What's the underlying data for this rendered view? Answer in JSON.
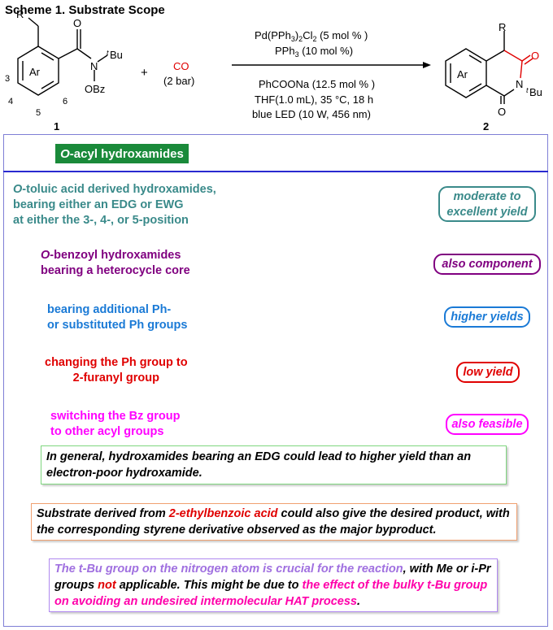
{
  "title": "Scheme 1. Substrate Scope",
  "scheme": {
    "substrate_labels": {
      "r": "R",
      "ar": "Ar",
      "o": "O",
      "n": "N",
      "tbu": "Bu",
      "t": "t",
      "obz": "OBz",
      "pos3": "3",
      "pos4": "4",
      "pos5": "5",
      "pos6": "6",
      "compound": "1"
    },
    "plus": "+",
    "co": "CO",
    "pressure": "(2 bar)",
    "cond_above_1": "Pd(PPh",
    "cond_above_1b": "3",
    "cond_above_1c": ")",
    "cond_above_1d": "2",
    "cond_above_1e": "Cl",
    "cond_above_1f": "2",
    "cond_above_1g": " (5 mol % )",
    "cond_above_2": "PPh",
    "cond_above_2b": "3",
    "cond_above_2c": " (10 mol %)",
    "cond_below_1": "PhCOONa (12.5 mol % )",
    "cond_below_2": "THF(1.0 mL), 35 °C, 18 h",
    "cond_below_3": "blue LED (10 W, 456 nm)",
    "product_labels": {
      "r": "R",
      "ar": "Ar",
      "o1": "O",
      "o2": "O",
      "n": "N",
      "tbu": "Bu",
      "t": "t",
      "compound": "2"
    },
    "colors": {
      "co": "#e00000",
      "product_o": "#e00000",
      "product_bond": "#e00000"
    }
  },
  "header_tag": {
    "italic": "O",
    "rest": "-acyl hydroxamides"
  },
  "rows": [
    {
      "lines": [
        "O-toluic acid derived hydroxamides,",
        "bearing either an EDG or EWG",
        "at either the 3-, 4-, or 5-position"
      ],
      "italic_prefix": "O",
      "color": "#3a8a8a",
      "badge": [
        "moderate to",
        "excellent yield"
      ],
      "badge_color": "#3a8a8a"
    },
    {
      "lines": [
        "O-benzoyl hydroxamides",
        "bearing a heterocycle core"
      ],
      "italic_prefix": "O",
      "color": "#800080",
      "badge": [
        "also component"
      ],
      "badge_color": "#800080"
    },
    {
      "lines": [
        "bearing additional Ph-",
        "or substituted Ph groups"
      ],
      "color": "#1a7ad6",
      "badge": [
        "higher yields"
      ],
      "badge_color": "#1a7ad6"
    },
    {
      "lines": [
        "changing the Ph group to",
        "2-furanyl group"
      ],
      "color": "#e00000",
      "badge": [
        "low yield"
      ],
      "badge_color": "#e00000"
    },
    {
      "lines": [
        "switching the Bz group",
        "to other acyl groups"
      ],
      "color": "#ff00ff",
      "badge": [
        "also feasible"
      ],
      "badge_color": "#ff00ff"
    }
  ],
  "notes": {
    "edg": "In general, hydroxamides  bearing an EDG could lead to higher yield than an electron-poor hydroxamide.",
    "ethyl_a": "Substrate derived from ",
    "ethyl_b": "2-ethylbenzoic acid",
    "ethyl_c": " could also give the desired product, with the corresponding styrene derivative observed as the major byproduct.",
    "tbu_a": "The t-Bu group on the nitrogen atom is crucial for the reaction",
    "tbu_b": ", with Me or i-Pr groups ",
    "tbu_c": "not",
    "tbu_d": " applicable. This might be due to ",
    "tbu_e": "the effect of the bulky t-Bu group on avoiding an undesired intermolecular HAT process",
    "tbu_f": "."
  }
}
